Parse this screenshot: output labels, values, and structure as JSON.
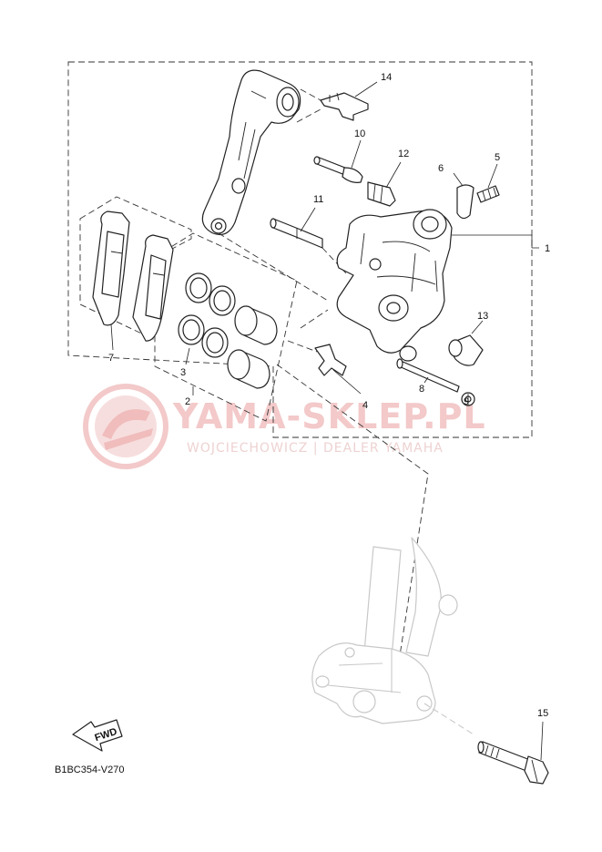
{
  "diagram_code": "B1BC354-V270",
  "fwd_label": "FWD",
  "watermark": {
    "title": "YAMA-SKLEP.PL",
    "subtitle": "WOJCIECHOWICZ | DEALER YAMAHA"
  },
  "callouts": [
    {
      "id": "1",
      "label": "1"
    },
    {
      "id": "2",
      "label": "2"
    },
    {
      "id": "3",
      "label": "3"
    },
    {
      "id": "4",
      "label": "4"
    },
    {
      "id": "5",
      "label": "5"
    },
    {
      "id": "6",
      "label": "6"
    },
    {
      "id": "7",
      "label": "7"
    },
    {
      "id": "8",
      "label": "8"
    },
    {
      "id": "9",
      "label": "9"
    },
    {
      "id": "10",
      "label": "10"
    },
    {
      "id": "11",
      "label": "11"
    },
    {
      "id": "12",
      "label": "12"
    },
    {
      "id": "13",
      "label": "13"
    },
    {
      "id": "14",
      "label": "14"
    },
    {
      "id": "15",
      "label": "15"
    }
  ],
  "colors": {
    "line": "#222222",
    "ghost": "#c8c8c8",
    "watermark": "#f3c9c9"
  }
}
